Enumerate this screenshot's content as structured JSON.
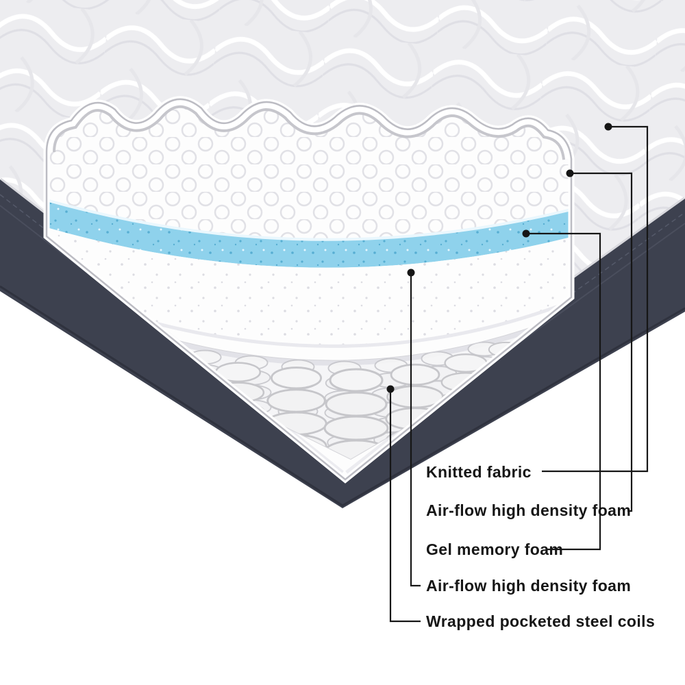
{
  "diagram": {
    "type": "mattress-layer-cutaway",
    "labels": [
      {
        "id": "knitted-fabric",
        "text": "Knitted fabric"
      },
      {
        "id": "airflow-foam-top",
        "text": "Air-flow high density foam"
      },
      {
        "id": "gel-memory-foam",
        "text": "Gel memory foam"
      },
      {
        "id": "airflow-foam-bottom",
        "text": "Air-flow high density foam"
      },
      {
        "id": "pocketed-coils",
        "text": "Wrapped pocketed steel coils"
      }
    ],
    "colors": {
      "side_panel": "#3d414f",
      "gel": "#8fd2ec",
      "line": "#161616",
      "text": "#161616",
      "fabric_base": "#ededf0",
      "foam_white": "#fdfdfd",
      "coil_gray": "#c6c6ca"
    }
  }
}
